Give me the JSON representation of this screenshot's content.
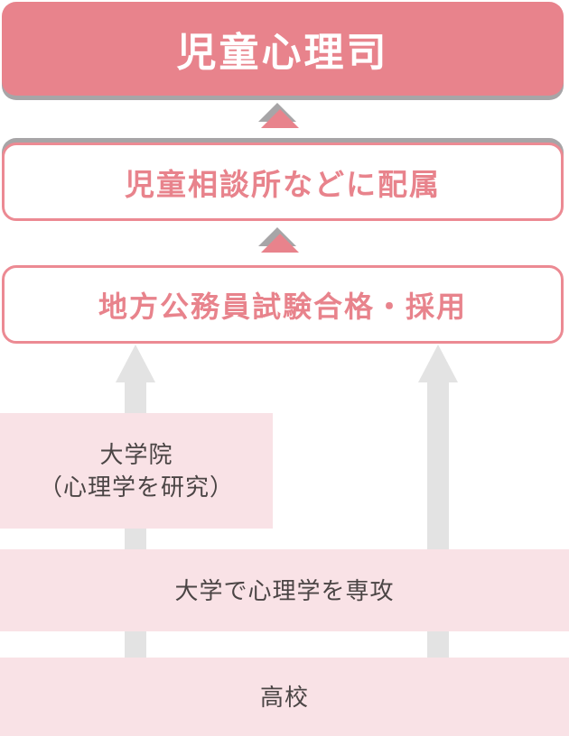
{
  "diagram": {
    "title": "児童心理司",
    "steps": {
      "assignment": "児童相談所などに配属",
      "exam": "地方公務員試験合格・採用",
      "grad_school": {
        "line1": "大学院",
        "line2": "（心理学を研究）"
      },
      "university": "大学で心理学を専攻",
      "high_school": "高校"
    },
    "colors": {
      "accent_pink": "#E8838C",
      "border_pink": "#EC8A93",
      "light_pink": "#F9E2E6",
      "shadow_gray": "#A7A5A7",
      "arrow_gray": "#E3E3E3",
      "dark_text": "#4B4545",
      "title_text": "#FFFFFF",
      "background": "#FFFFFF"
    }
  }
}
